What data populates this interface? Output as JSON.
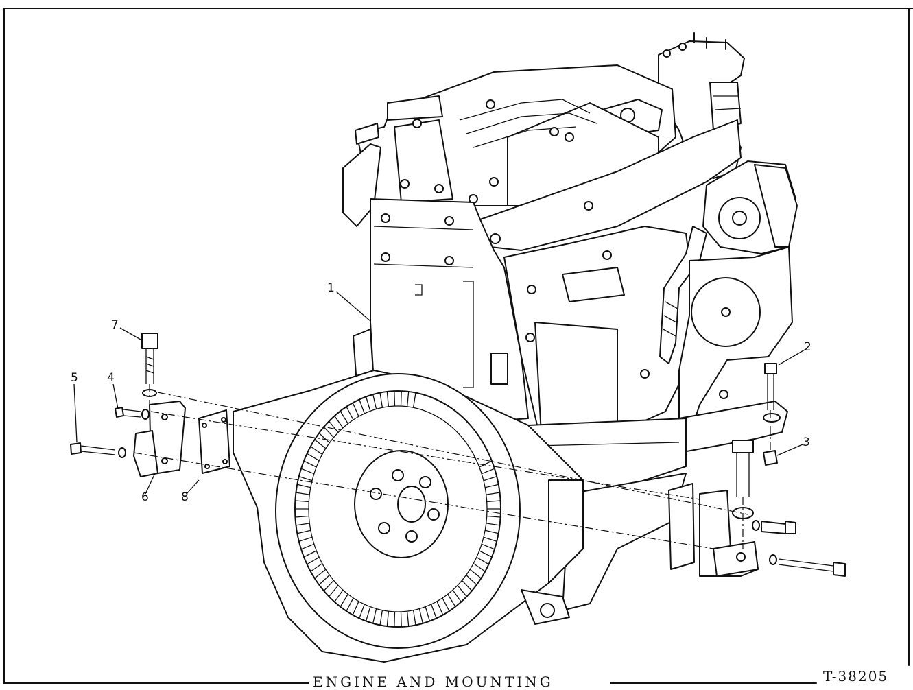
{
  "figure": {
    "caption": "ENGINE AND MOUNTING",
    "figure_number": "T-38205"
  },
  "callouts": [
    "1",
    "2",
    "3",
    "4",
    "5",
    "6",
    "7",
    "8"
  ],
  "colors": {
    "ink": "#111111",
    "paper": "#ffffff"
  }
}
